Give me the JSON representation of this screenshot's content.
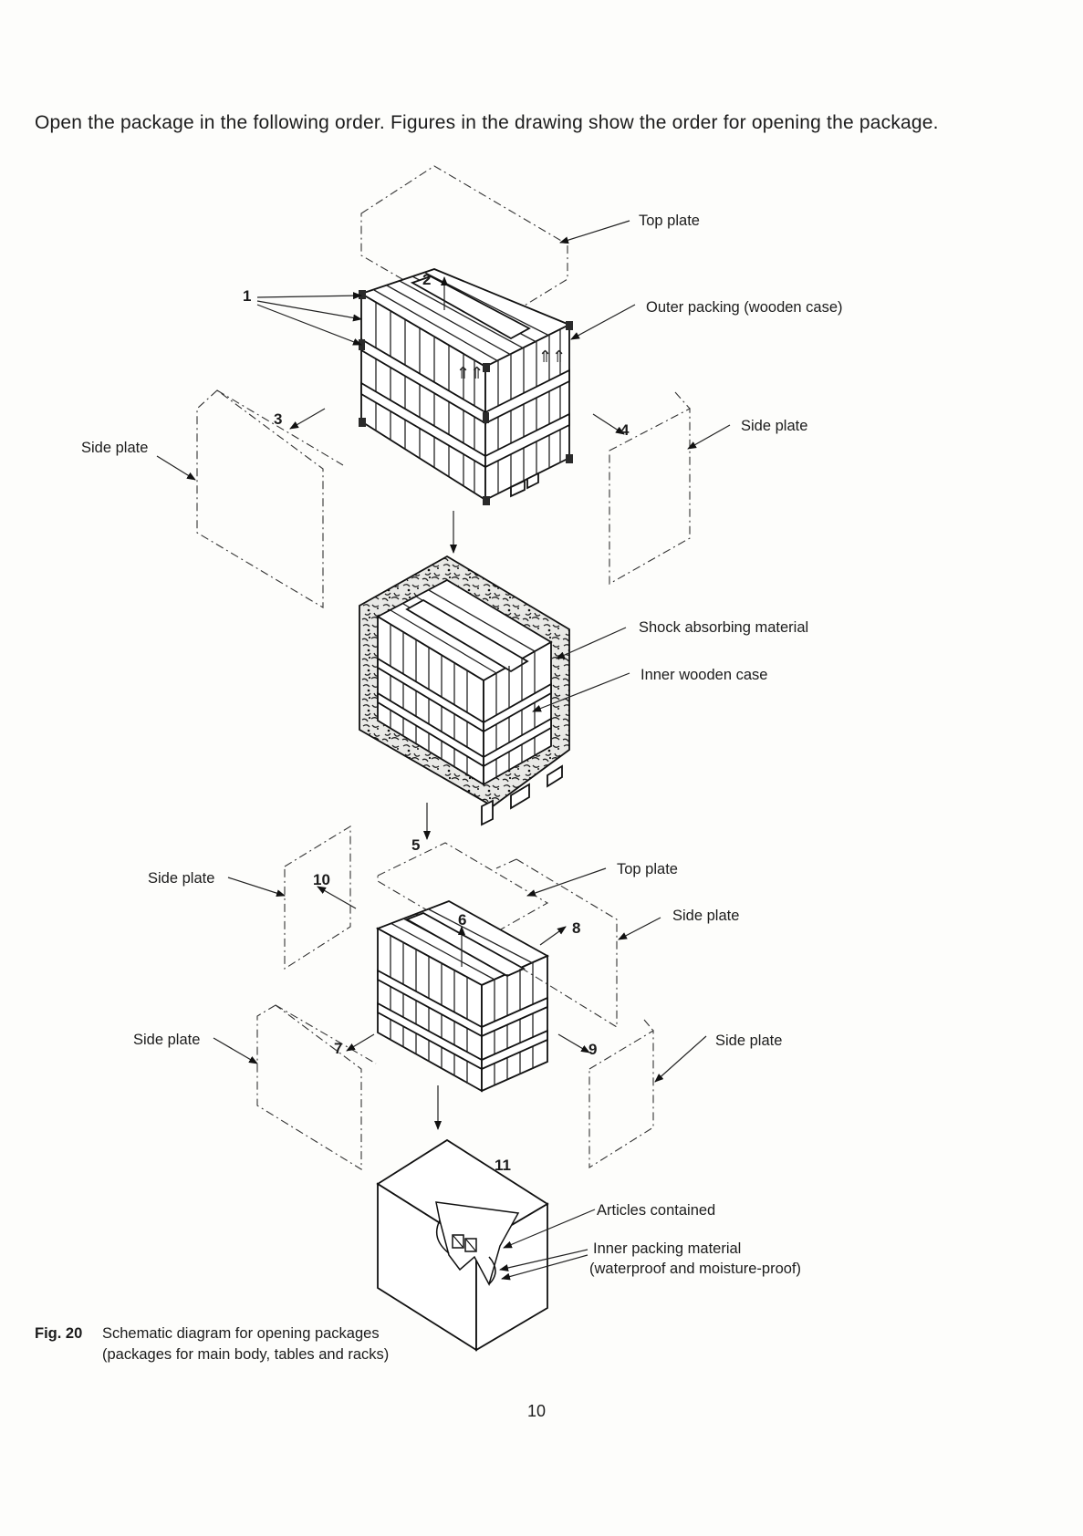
{
  "intro_text": "Open the package in the following order. Figures in the drawing show the order for opening the package.",
  "labels": {
    "top_plate_1": "Top plate",
    "outer_packing": "Outer packing (wooden case)",
    "side_plate_left_1": "Side plate",
    "side_plate_right_1": "Side plate",
    "shock_absorbing": "Shock absorbing material",
    "inner_wooden_case": "Inner wooden case",
    "side_plate_10": "Side plate",
    "top_plate_2": "Top plate",
    "side_plate_8": "Side plate",
    "side_plate_7": "Side plate",
    "side_plate_9": "Side plate",
    "articles_contained": "Articles contained",
    "inner_packing_line1": "Inner packing material",
    "inner_packing_line2": "(waterproof and moisture-proof)"
  },
  "steps": {
    "s1": "1",
    "s2": "2",
    "s3": "3",
    "s4": "4",
    "s5": "5",
    "s6": "6",
    "s7": "7",
    "s8": "8",
    "s9": "9",
    "s10": "10",
    "s11": "11"
  },
  "caption": {
    "figure_number": "Fig. 20",
    "line1": "Schematic diagram for opening packages",
    "line2": "(packages for main body, tables and racks)"
  },
  "page_number": "10"
}
